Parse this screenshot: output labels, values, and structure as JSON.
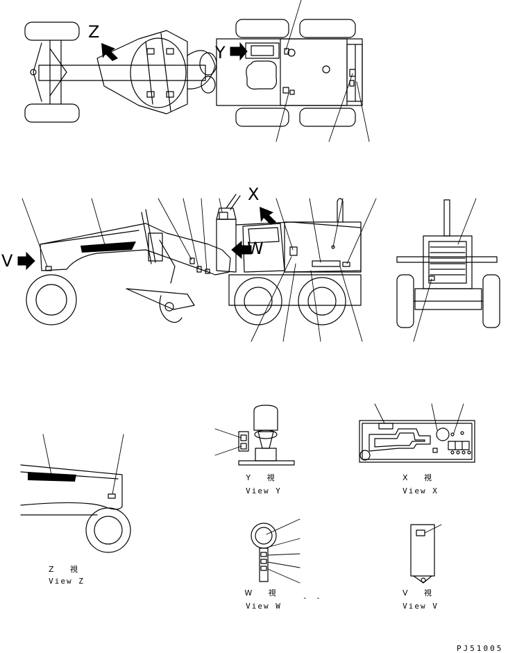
{
  "diagram": {
    "view_markers": {
      "z": "Z",
      "y": "Y",
      "x": "X",
      "w": "W",
      "v": "V"
    },
    "captions": {
      "view_y": {
        "jp": "Y 視",
        "en": "View Y"
      },
      "view_x": {
        "jp": "X 視",
        "en": "View X"
      },
      "view_z": {
        "jp": "Z 視",
        "en": "View Z"
      },
      "view_w": {
        "jp": "W 視",
        "en": "View W"
      },
      "view_v": {
        "jp": "V 視",
        "en": "View V"
      }
    },
    "dashes": "- -",
    "drawing_code": "PJ51005"
  }
}
